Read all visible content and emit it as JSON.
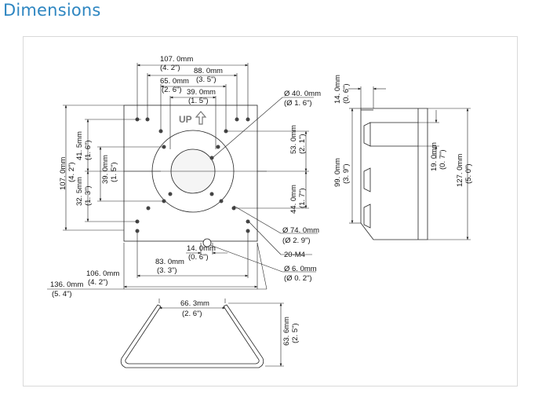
{
  "heading": "Dimensions",
  "colors": {
    "heading": "#2e86c1",
    "line": "#222222",
    "frame_border": "#d9d9d9"
  },
  "front_view": {
    "up_label": "UP",
    "dims": {
      "w107_mm": "107. 0mm",
      "w107_in": "(4. 2\")",
      "w88_mm": "88. 0mm",
      "w88_in": "(3. 5\")",
      "w65_mm": "65. 0mm",
      "w65_in": "(2. 6\")",
      "w39_mm": "39. 0mm",
      "w39_in": "(1. 5\")",
      "d40_mm": "Ø 40. 0mm",
      "d40_in": "(Ø 1. 6\")",
      "h53_mm": "53. 0mm",
      "h53_in": "(2. 1\")",
      "h44_mm": "44. 0mm",
      "h44_in": "(1. 7\")",
      "h107_mm": "107. 0mm",
      "h107_in": "(4. 2\")",
      "h41_mm": "41. 5mm",
      "h41_in": "(1. 6\")",
      "h32_mm": "32. 5mm",
      "h32_in": "(1. 3\")",
      "h39_mm": "39. 0mm",
      "h39_in": "(1. 5\")",
      "d74_mm": "Ø 74. 0mm",
      "d74_in": "(Ø 2. 9\")",
      "m4": "20-M4",
      "w14_mm": "14. 0mm",
      "w14_in": "(0. 6\")",
      "w83_mm": "83. 0mm",
      "w83_in": "(3. 3\")",
      "d6_mm": "Ø 6. 0mm",
      "d6_in": "(Ø 0. 2\")",
      "w106_mm": "106. 0mm",
      "w106_in": "(4. 2\")",
      "w136_mm": "136. 0mm",
      "w136_in": "(5. 4\")"
    }
  },
  "side_view": {
    "dims": {
      "t14_mm": "14. 0mm",
      "t14_in": "(0. 6\")",
      "h19_mm": "19. 0mm",
      "h19_in": "(0. 7\")",
      "h99_mm": "99. 0mm",
      "h99_in": "(3. 9\")",
      "h127_mm": "127. 0mm",
      "h127_in": "(5. 0\")"
    }
  },
  "bottom_view": {
    "dims": {
      "w66_mm": "66. 3mm",
      "w66_in": "(2. 6\")",
      "h63_mm": "63. 6mm",
      "h63_in": "(2. 5\")"
    }
  }
}
